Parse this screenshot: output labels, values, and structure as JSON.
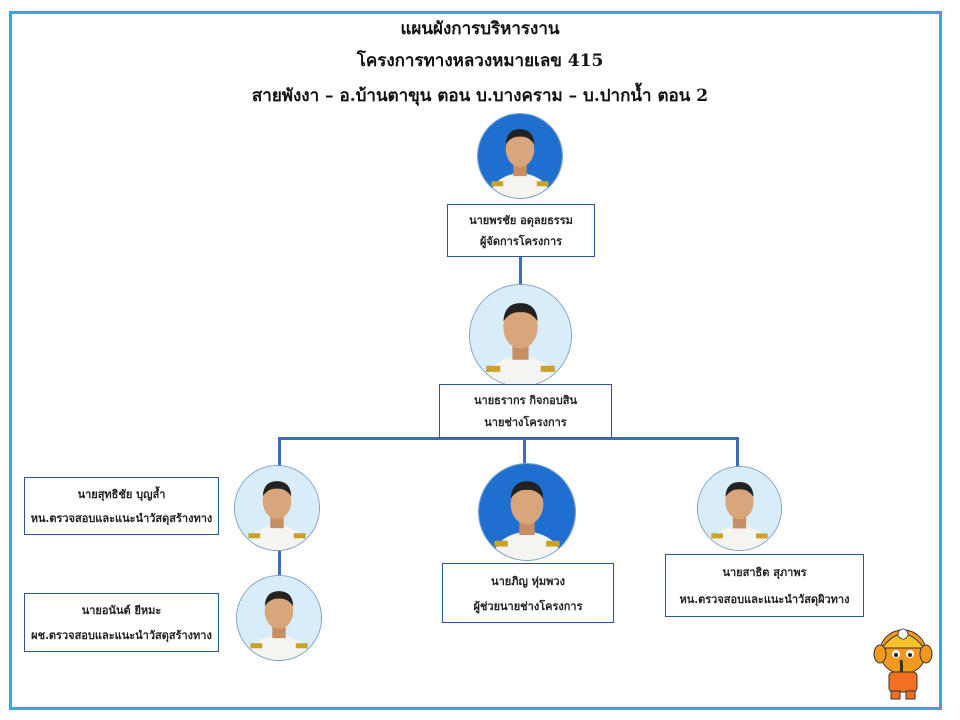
{
  "header": {
    "title_line1": "แผนผังการบริหารงาน",
    "title_line2": "โครงการทางหลวงหมายเลข 415",
    "title_line3": "สายพังงา – อ.บ้านตาขุน ตอน บ.บางคราม – บ.ปากน้ำ ตอน 2"
  },
  "people": {
    "manager": {
      "name": "นายพรชัย อดุลยธรรม",
      "position": "ผู้จัดการโครงการ"
    },
    "engineer": {
      "name": "นายธรากร กิจกอบสิน",
      "position": "นายช่างโครงการ"
    },
    "inspector_left": {
      "name": "นายสุทธิชัย บุญล้ำ",
      "position": "หน.ตรวจสอบและแนะนำวัสดุสร้างทาง"
    },
    "assistant_left": {
      "name": "นายอนันต์ ยีหมะ",
      "position": "ผช.ตรวจสอบและแนะนำวัสดุสร้างทาง"
    },
    "assistant_center": {
      "name": "นายภิญ หุ่มพวง",
      "position": "ผู้ช่วยนายช่างโครงการ"
    },
    "inspector_right": {
      "name": "นายสาธิต สุภาพร",
      "position": "หน.ตรวจสอบและแนะนำวัสดุผิวทาง"
    }
  },
  "colors": {
    "frame": "#35a7dc",
    "connector": "#3a6fb7",
    "card_border": "#2f5597",
    "photo_bg_light": "#d9ecfa",
    "photo_bg_blue": "#1f6fd1",
    "uniform": "#f4f4f0"
  }
}
